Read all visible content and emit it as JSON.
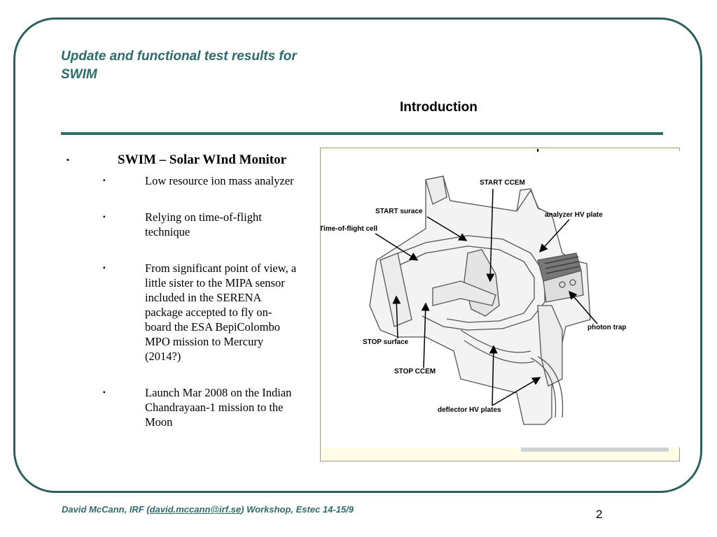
{
  "slide": {
    "title": "Update and functional test results for SWIM",
    "subtitle": "Introduction"
  },
  "content": {
    "main_bullet": "SWIM – Solar WInd Monitor",
    "bullet_marker": "▪",
    "sub_bullets": [
      "Low resource ion mass analyzer",
      "Relying on time-of-flight technique",
      "From significant point of view, a little sister to the MIPA sensor included in the SERENA package accepted to fly on-board the ESA BepiColombo MPO mission to  Mercury (2014?)",
      "Launch Mar 2008 on the Indian Chandrayaan-1 mission to the Moon"
    ]
  },
  "diagram": {
    "labels": {
      "start_ccem": "START CCEM",
      "start_surface": "START surace",
      "analyzer_hv": "analyzer HV plate",
      "tof_cell": "Time-of-flight cell",
      "photon_trap": "photon trap",
      "stop_surface": "STOP surface",
      "stop_ccem": "STOP CCEM",
      "deflector_hv": "deflector HV plates"
    }
  },
  "footer": {
    "prefix": "David McCann, IRF (",
    "email": "david.mccann@irf.se",
    "suffix": ") Workshop, Estec 14-15/9",
    "page_number": "2"
  }
}
